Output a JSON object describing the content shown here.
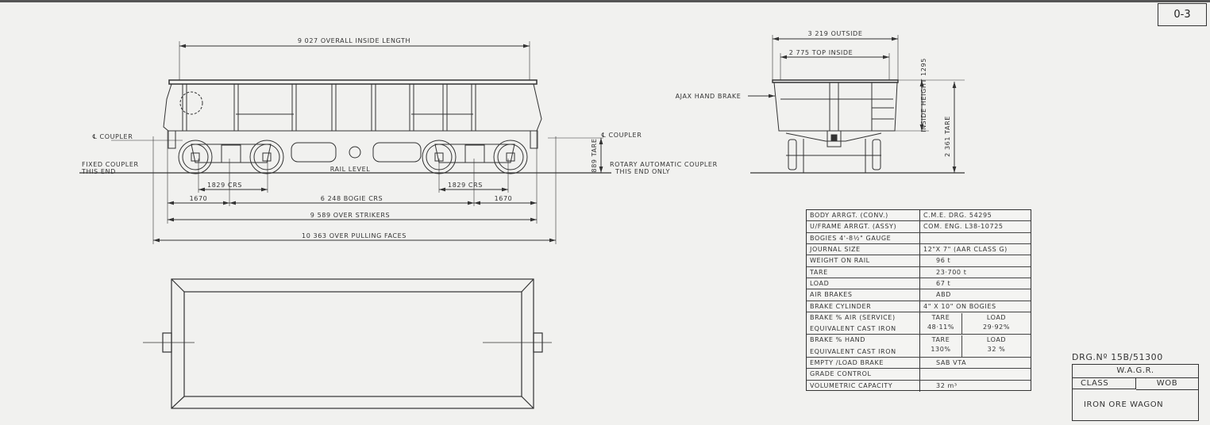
{
  "sheet_number": "0-3",
  "side_view": {
    "overall_inside_length": "9 027  OVERALL  INSIDE  LENGTH",
    "coupler_left": "℄  COUPLER",
    "coupler_right": "℄  COUPLER",
    "fixed_coupler": [
      "FIXED COUPLER",
      "THIS END"
    ],
    "rail_level": "RAIL  LEVEL",
    "tare_height": "889  TARE",
    "rotary_coupler": [
      "ROTARY  AUTOMATIC  COUPLER",
      "THIS END ONLY"
    ],
    "wheelbase_left": "1829   CRS",
    "wheelbase_right": "1829   CRS",
    "end_left": "1670",
    "bogie_centres": "6 248  BOGIE  CRS",
    "end_right": "1670",
    "over_strikers": "9 589  OVER  STRIKERS",
    "over_pulling_faces": "10 363  OVER  PULLING  FACES"
  },
  "end_view": {
    "outside_width": "3 219  OUTSIDE",
    "top_inside": "2 775  TOP  INSIDE",
    "inside_height": "INSIDE  HEIGHT 1295",
    "tare_height": "2 361  TARE",
    "hand_brake": "AJAX  HAND  BRAKE"
  },
  "spec_table": [
    {
      "label": "BODY  ARRGT.  (CONV.)",
      "value": "C.M.E.  DRG.  54295"
    },
    {
      "label": "U/FRAME  ARRGT.  (ASSY)",
      "value": "COM.  ENG.  L38-10725"
    },
    {
      "label": "BOGIES   4'-8½\" GAUGE",
      "value": ""
    },
    {
      "label": "JOURNAL  SIZE",
      "value": "12\"X 7\"    (AAR CLASS G)"
    },
    {
      "label": "WEIGHT  ON  RAIL",
      "value": "96 t"
    },
    {
      "label": "TARE",
      "value": "23·700 t"
    },
    {
      "label": "LOAD",
      "value": "67 t"
    },
    {
      "label": "AIR  BRAKES",
      "value": "ABD"
    },
    {
      "label": "BRAKE  CYLINDER",
      "value": "4\" X 10\"  ON  BOGIES"
    },
    {
      "label": "BRAKE % AIR (SERVICE)",
      "label2": "EQUIVALENT  CAST IRON",
      "tare_head": "TARE",
      "tare": "48·11%",
      "load_head": "LOAD",
      "load": "29·92%"
    },
    {
      "label": "BRAKE % HAND",
      "label2": "EQUIVALENT  CAST  IRON",
      "tare_head": "TARE",
      "tare": "130%",
      "load_head": "LOAD",
      "load": "32 %"
    },
    {
      "label": "EMPTY  /LOAD  BRAKE",
      "value": "SAB  VTA"
    },
    {
      "label": "GRADE  CONTROL",
      "value": ""
    },
    {
      "label": "VOLUMETRIC  CAPACITY",
      "value": "32 m³"
    }
  ],
  "title_block": {
    "drawing_number": "DRG.Nº 15B/51300",
    "authority": "W.A.G.R.",
    "class_label": "CLASS",
    "class_value": "WOB",
    "description": "IRON ORE WAGON"
  }
}
